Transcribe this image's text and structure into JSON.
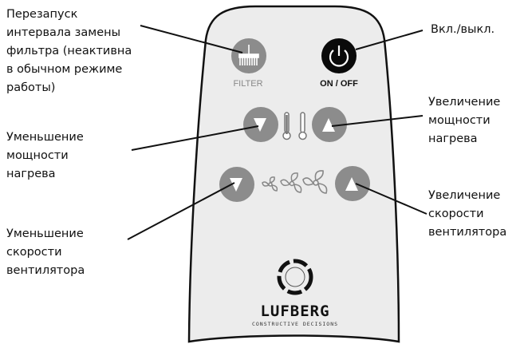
{
  "labels": {
    "filter_reset": "Перезапуск\nинтервала замены\nфильтра (неактивна\nв обычном режиме\nработы)",
    "power": "Вкл./выкл.",
    "heat_down": "Уменьшение\nмощности\nнагрева",
    "heat_up": "Увеличение\nмощности\nнагрева",
    "fan_down": "Уменьшение\nскорости\nвентилятора",
    "fan_up": "Увеличение\nскорости\nвентилятора"
  },
  "remote": {
    "filter_label": "FILTER",
    "power_label": "ON / OFF",
    "brand": "LUFBERG",
    "slogan": "CONSTRUCTIVE DECISIONS"
  },
  "colors": {
    "button_gray": "#8c8c8c",
    "power_black": "#0a0a0a",
    "body_bg": "#ececec"
  }
}
